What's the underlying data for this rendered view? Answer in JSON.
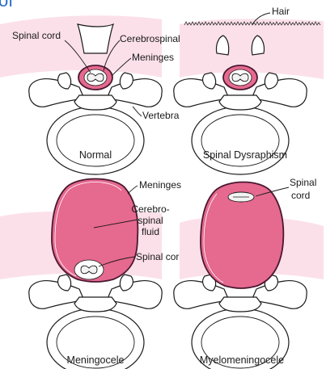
{
  "header_fragment": "of",
  "panels": {
    "normal": {
      "caption": "Normal",
      "labels": {
        "spinal_cord": "Spinal cord",
        "csf": "Cerebrospinal fluid",
        "meninges": "Meninges",
        "vertebra": "Vertebra"
      }
    },
    "dysraphism": {
      "caption": "Spinal Dysraphism",
      "labels": {
        "hair": "Hair"
      }
    },
    "meningocele": {
      "caption": "Meningocele",
      "labels": {
        "meninges": "Meninges",
        "csf_line1": "Cerebro-",
        "csf_line2": "spinal",
        "csf_line3": "fluid",
        "spinal_cord": "Spinal cord"
      }
    },
    "myelomeningocele": {
      "caption": "Myelomeningocele",
      "labels": {
        "spinal_cord_line1": "Spinal",
        "spinal_cord_line2": "cord"
      }
    }
  },
  "colors": {
    "skin": "#fbe0ea",
    "sac_fill": "#e6698f",
    "sac_border": "#4a1830",
    "cord": "#f3f3f3",
    "header_text": "#2b6cc4"
  }
}
